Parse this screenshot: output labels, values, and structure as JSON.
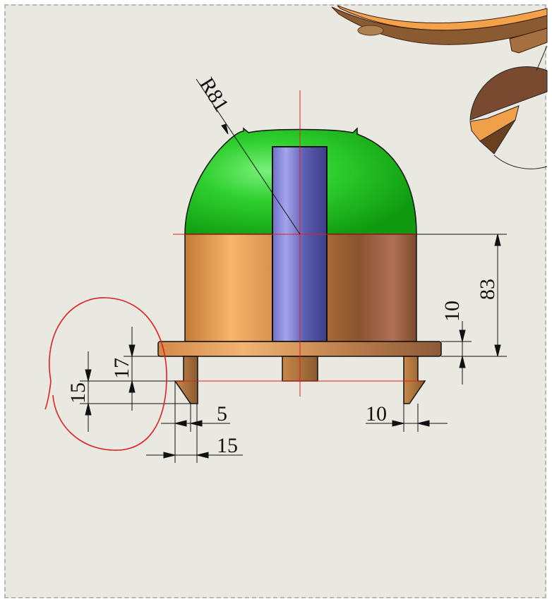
{
  "drawing": {
    "dimensions": {
      "radius": "R81",
      "height_total": "83",
      "flange_thickness": "10",
      "leg_height": "17",
      "hook_height": "15",
      "hook_width": "5",
      "leg_overall_width": "15",
      "right_leg_width": "10"
    },
    "colors": {
      "background": "#e9e8e1",
      "dome": "#22c322",
      "body": "#d9904a",
      "rod": "#6f6fc8",
      "centerline": "#e02020",
      "annotation_circle": "#e02020"
    }
  }
}
